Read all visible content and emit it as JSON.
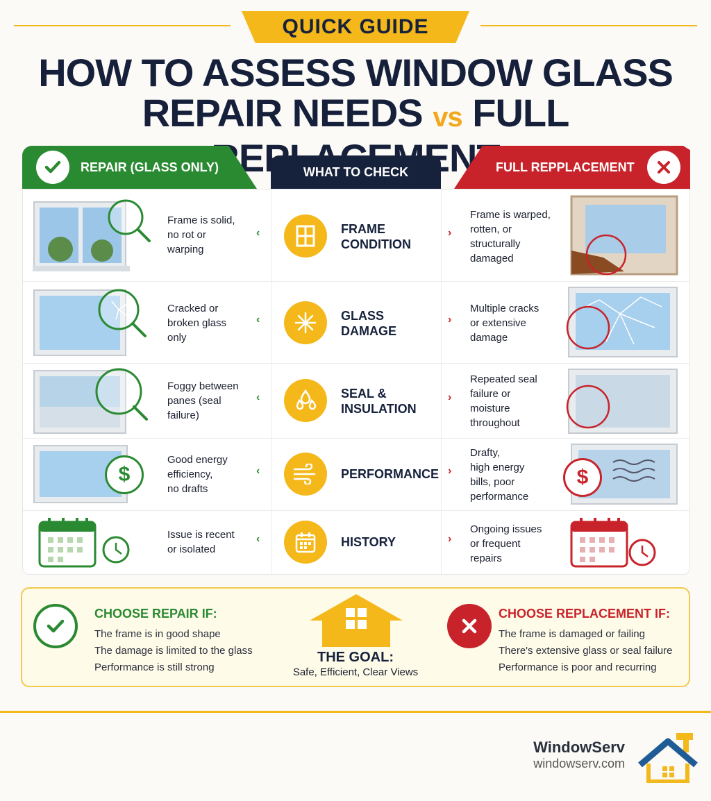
{
  "banner": "QUICK GUIDE",
  "title_line1": "HOW TO ASSESS WINDOW GLASS",
  "title_line2_a": "REPAIR NEEDS",
  "title_vs": "vs",
  "title_line2_b": "FULL REPLACEMENT",
  "headers": {
    "left": "REPAIR (GLASS ONLY)",
    "middle": "WHAT TO CHECK",
    "right": "FULL REPPLACEMENT"
  },
  "rows": [
    {
      "repair": [
        "Frame is solid,",
        "no rot or",
        "warping"
      ],
      "check": [
        "FRAME",
        "CONDITION"
      ],
      "replace": [
        "Frame is warped,",
        "rotten, or",
        "structurally",
        "damaged"
      ],
      "icon": "window-frame-icon"
    },
    {
      "repair": [
        "Cracked or",
        "broken glass",
        "only"
      ],
      "check": [
        "GLASS",
        "DAMAGE"
      ],
      "replace": [
        "Multiple cracks",
        "or extensive",
        "damage"
      ],
      "icon": "glass-crack-icon"
    },
    {
      "repair": [
        "Foggy between",
        "panes (seal",
        "failure)"
      ],
      "check": [
        "SEAL &",
        "INSULATION"
      ],
      "replace": [
        "Repeated seal",
        "failure or",
        "moisture",
        "throughout"
      ],
      "icon": "droplets-icon"
    },
    {
      "repair": [
        "Good energy",
        "efficiency,",
        "no drafts"
      ],
      "check": [
        "PERFORMANCE"
      ],
      "replace": [
        "Drafty,",
        "high energy",
        "bills, poor",
        "performance"
      ],
      "icon": "wind-icon"
    },
    {
      "repair": [
        "Issue is recent",
        "or isolated"
      ],
      "check": [
        "HISTORY"
      ],
      "replace": [
        "Ongoing issues",
        "or frequent",
        "repairs"
      ],
      "icon": "calendar-icon"
    }
  ],
  "summary": {
    "repair_title": "CHOOSE REPAIR IF:",
    "repair_items": [
      "The frame is in good shape",
      "The damage is limited to the glass",
      "Performance is still strong"
    ],
    "goal_title": "THE GOAL:",
    "goal_text": "Safe, Efficient, Clear Views",
    "replace_title": "CHOOSE REPLACEMENT IF:",
    "replace_items": [
      "The frame is damaged or failing",
      "There's extensive glass or seal failure",
      "Performance is poor and recurring"
    ]
  },
  "brand": {
    "name": "WindowServ",
    "url": "windowserv.com"
  },
  "colors": {
    "green": "#2a8a32",
    "red": "#c8232a",
    "navy": "#16213b",
    "yellow": "#f4b81a"
  }
}
